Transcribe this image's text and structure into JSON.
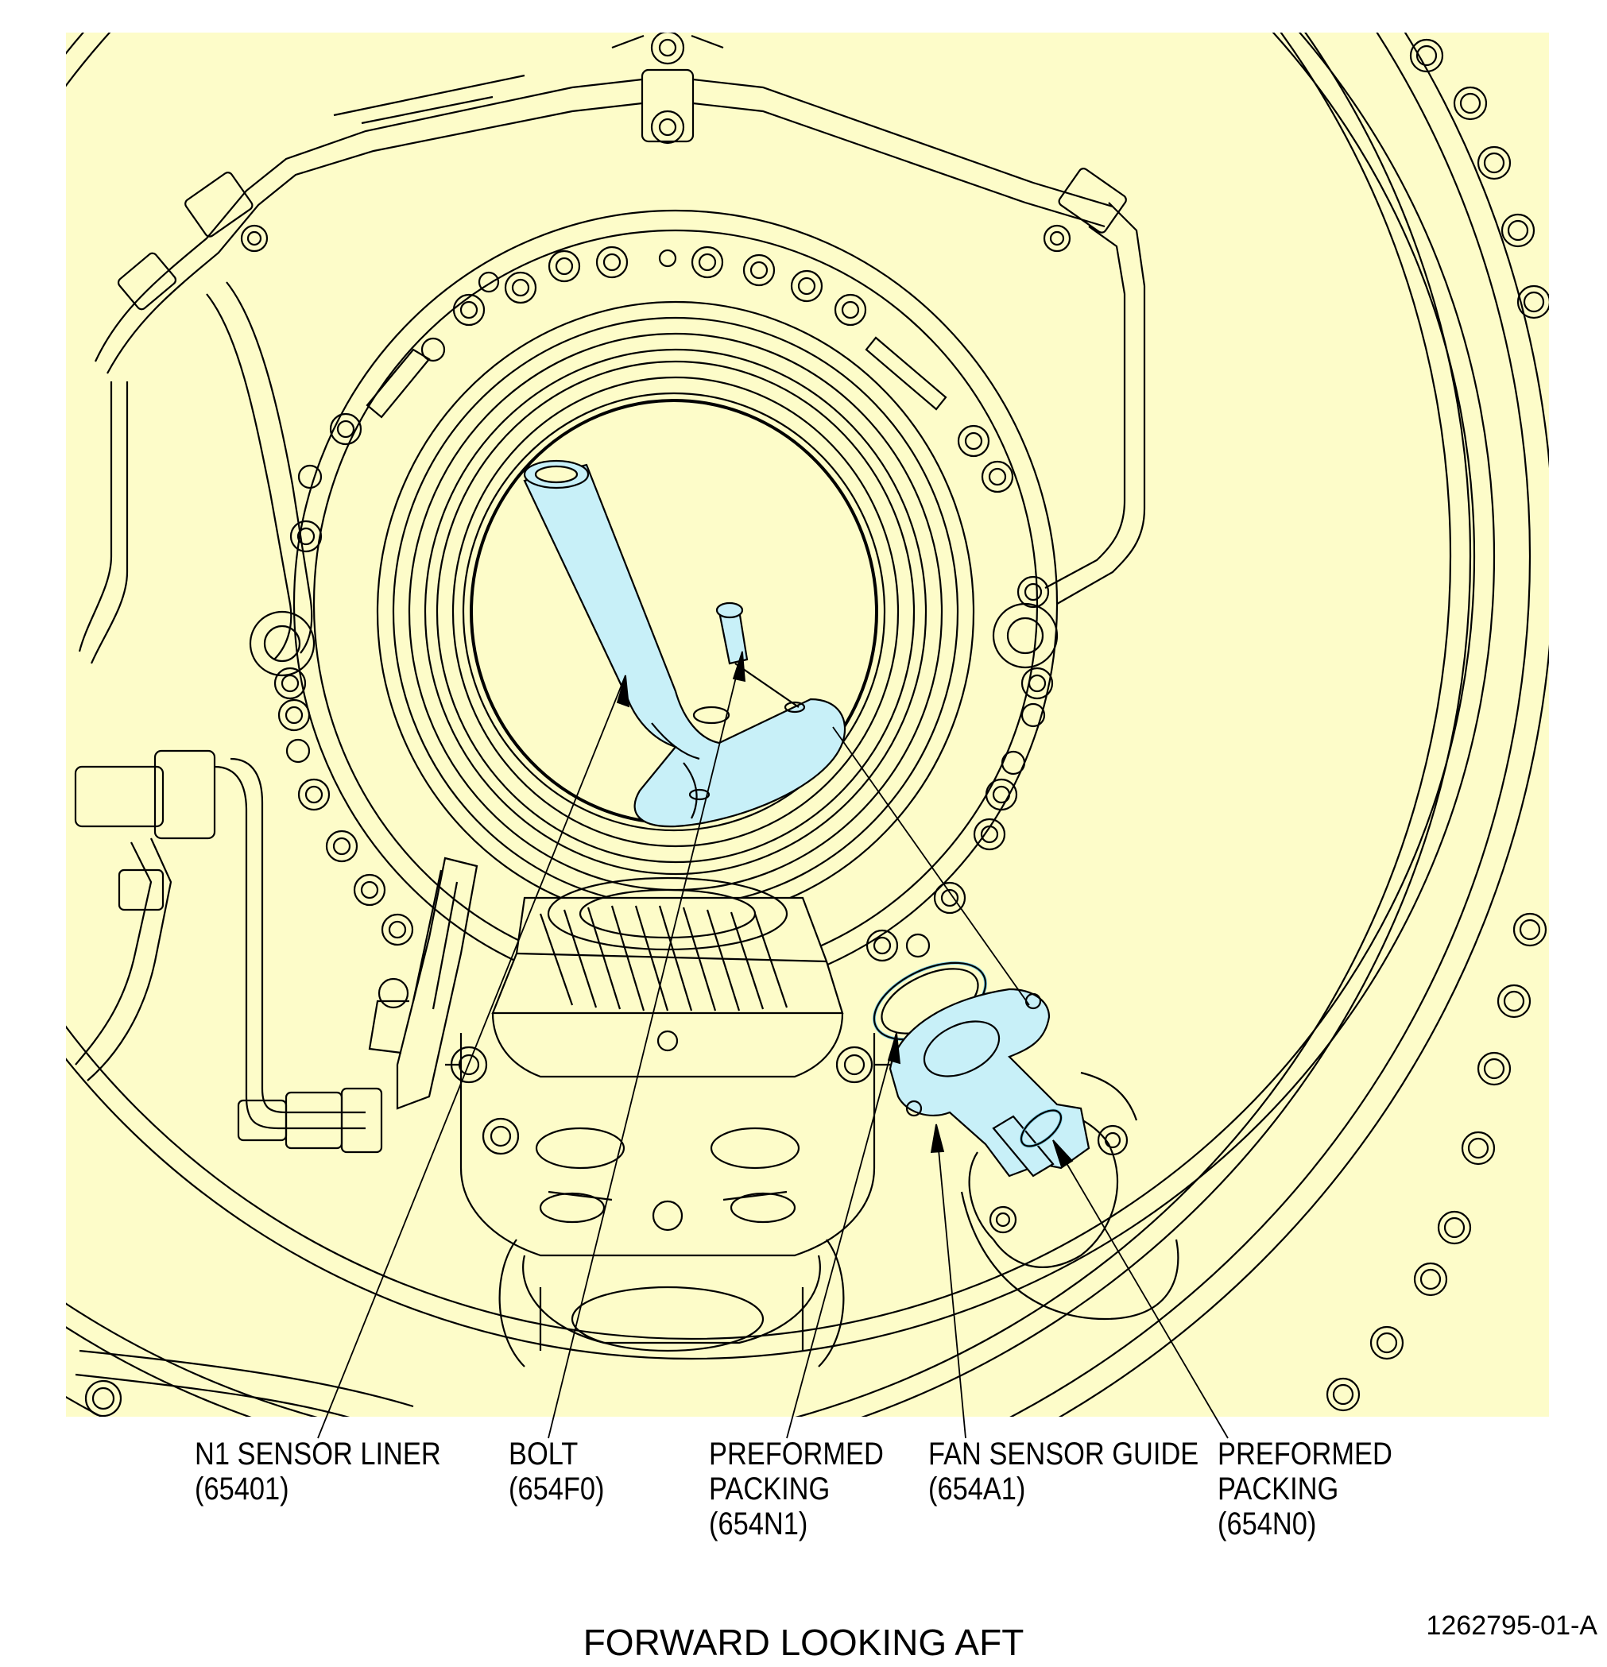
{
  "colors": {
    "background_fill": "#fdfcc9",
    "highlight_fill": "#c8f0f8",
    "line": "#000000"
  },
  "callouts": [
    {
      "name": "n1-sensor-liner",
      "lines": [
        "N1 SENSOR LINER",
        "(65401)"
      ]
    },
    {
      "name": "bolt",
      "lines": [
        "BOLT",
        "(654F0)"
      ]
    },
    {
      "name": "preformed-packing-654n1",
      "lines": [
        "PREFORMED",
        "PACKING",
        "(654N1)"
      ]
    },
    {
      "name": "fan-sensor-guide",
      "lines": [
        "FAN SENSOR GUIDE",
        "(654A1)"
      ]
    },
    {
      "name": "preformed-packing-654n0",
      "lines": [
        "PREFORMED",
        "PACKING",
        "(654N0)"
      ]
    }
  ],
  "view_title": "FORWARD LOOKING AFT",
  "drawing_number": "1262795-01-A"
}
